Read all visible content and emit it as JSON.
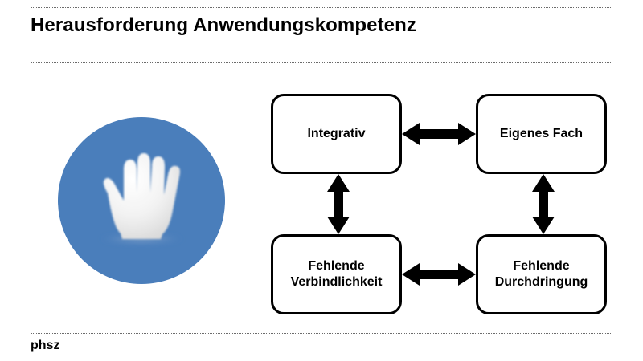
{
  "slide": {
    "title": "Herausforderung Anwendungskompetenz",
    "footer_logo": "phsz",
    "background_color": "#ffffff",
    "rule_color": "#6b6b6b"
  },
  "illustration": {
    "name": "blue-circle-open-hand",
    "circle_color": "#4A7EBB",
    "hand_color": "#EDEDED",
    "shadow_color": "#6E9BD0"
  },
  "diagram": {
    "type": "relationship-diagram",
    "nodes": [
      {
        "id": "integrativ",
        "label": "Integrativ",
        "row": "top",
        "col": "left"
      },
      {
        "id": "eigenes-fach",
        "label": "Eigenes Fach",
        "row": "top",
        "col": "right"
      },
      {
        "id": "verbindlichkeit",
        "label": "Fehlende\nVerbindlichkeit",
        "row": "bottom",
        "col": "left"
      },
      {
        "id": "durchdringung",
        "label": "Fehlende\nDurchdringung",
        "row": "bottom",
        "col": "right"
      }
    ],
    "connectors": [
      {
        "id": "top-horizontal",
        "from": "integrativ",
        "to": "eigenes-fach",
        "style": "double-arrow",
        "orientation": "horizontal"
      },
      {
        "id": "bottom-horizontal",
        "from": "verbindlichkeit",
        "to": "durchdringung",
        "style": "double-arrow",
        "orientation": "horizontal"
      },
      {
        "id": "left-vertical",
        "from": "integrativ",
        "to": "verbindlichkeit",
        "style": "double-arrow",
        "orientation": "vertical"
      },
      {
        "id": "right-vertical",
        "from": "eigenes-fach",
        "to": "durchdringung",
        "style": "double-arrow",
        "orientation": "vertical"
      }
    ],
    "border_color": "#000000",
    "fill_color": "#ffffff"
  }
}
